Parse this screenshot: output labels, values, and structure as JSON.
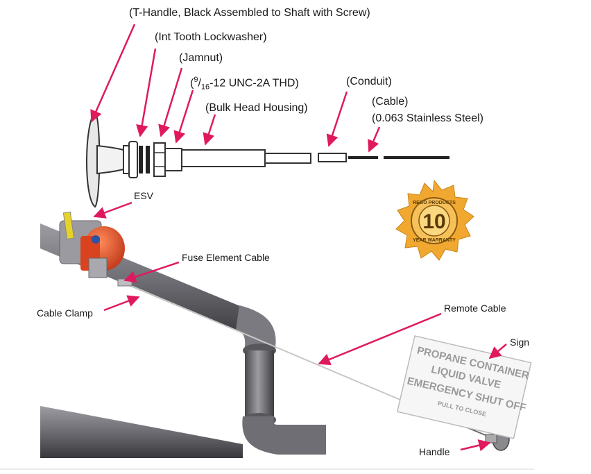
{
  "labels": {
    "t_handle": "(T-Handle, Black Assembled to Shaft with Screw)",
    "lockwasher": "(Int Tooth Lockwasher)",
    "jamnut": "(Jamnut)",
    "thread_sup": "9",
    "thread_sub": "16",
    "thread_rest": "-12 UNC-2A THD)",
    "bulkhead": "(Bulk Head Housing)",
    "conduit": "(Conduit)",
    "cable": "(Cable)",
    "cable_spec": "(0.063 Stainless Steel)",
    "esv": "ESV",
    "fuse": "Fuse Element Cable",
    "clamp": "Cable Clamp",
    "remote": "Remote Cable",
    "sign": "Sign",
    "handle": "Handle"
  },
  "badge": {
    "number": "10",
    "top_text": "REGO PRODUCTS",
    "bottom_text": "YEAR WARRANTY"
  },
  "sign": {
    "line1": "PROPANE CONTAINER",
    "line2": "LIQUID VALVE",
    "line3": "EMERGENCY SHUT OFF",
    "line4": "PULL TO CLOSE"
  },
  "colors": {
    "arrow": "#e0195f",
    "pipe": "#6e6e72",
    "valve": "#e2522a",
    "badge": "#f0a830"
  }
}
